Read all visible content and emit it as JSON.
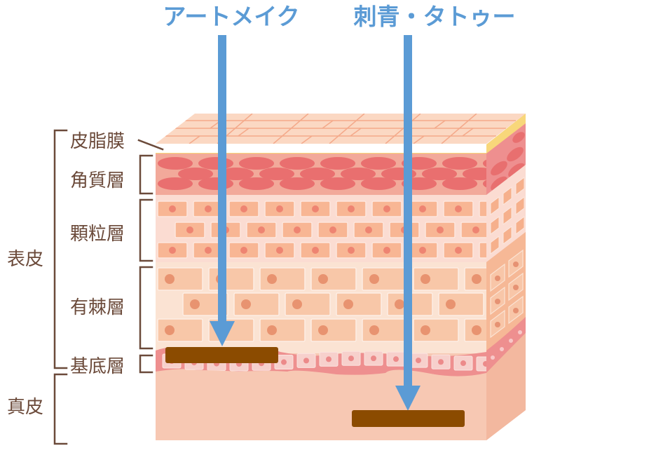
{
  "headings": {
    "left": "アートメイク",
    "right": "刺青・タトゥー"
  },
  "layers": {
    "sebum": "皮脂膜",
    "stratum_corneum": "角質層",
    "stratum_granulosum": "顆粒層",
    "stratum_spinosum": "有棘層",
    "stratum_basale": "基底層"
  },
  "groups": {
    "epidermis": "表皮",
    "dermis": "真皮"
  },
  "colors": {
    "accent_blue": "#5b9bd5",
    "pigment_brown": "#8b4b00",
    "label_brown": "#6b4a3a",
    "sebum_yellow": "#f8d77a",
    "skin_top": "#fbd8c3",
    "dermis": "#f7c8b3"
  }
}
